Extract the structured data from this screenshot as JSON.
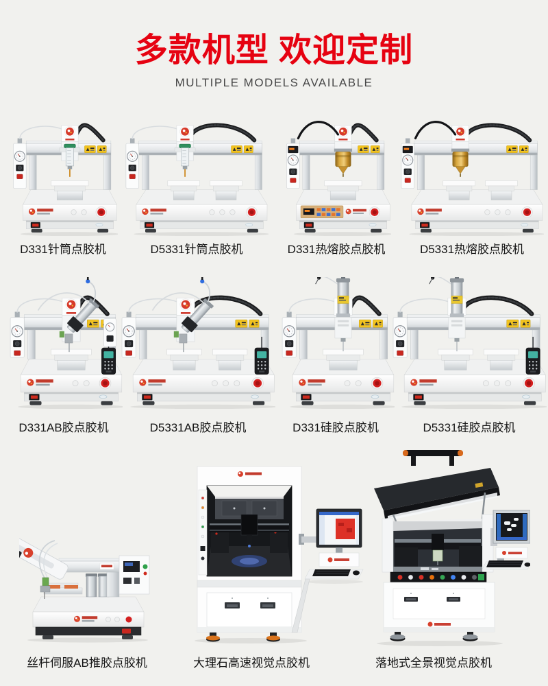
{
  "header": {
    "title": "多款机型 欢迎定制",
    "subtitle": "MULTIPLE MODELS AVAILABLE"
  },
  "colors": {
    "accent": "#e60012",
    "label_text": "#141414",
    "background": "#f1f1ee"
  },
  "products": [
    {
      "name": "D331针筒点胶机",
      "type": "syringe-dispenser",
      "size": "single"
    },
    {
      "name": "D5331针筒点胶机",
      "type": "syringe-dispenser",
      "size": "double"
    },
    {
      "name": "D331热熔胶点胶机",
      "type": "hotmelt-dispenser",
      "size": "single"
    },
    {
      "name": "D5331热熔胶点胶机",
      "type": "hotmelt-dispenser",
      "size": "double"
    },
    {
      "name": "D331AB胶点胶机",
      "type": "ab-glue-dispenser",
      "size": "single"
    },
    {
      "name": "D5331AB胶点胶机",
      "type": "ab-glue-dispenser",
      "size": "double"
    },
    {
      "name": "D331硅胶点胶机",
      "type": "silicone-dispenser",
      "size": "single"
    },
    {
      "name": "D5331硅胶点胶机",
      "type": "silicone-dispenser",
      "size": "double"
    },
    {
      "name": "丝杆伺服AB推胶点胶机",
      "type": "screw-servo-ab-dispenser",
      "size": "large"
    },
    {
      "name": "大理石高速视觉点胶机",
      "type": "marble-vision-dispenser",
      "size": "large"
    },
    {
      "name": "落地式全景视觉点胶机",
      "type": "floor-vision-dispenser",
      "size": "large"
    }
  ]
}
